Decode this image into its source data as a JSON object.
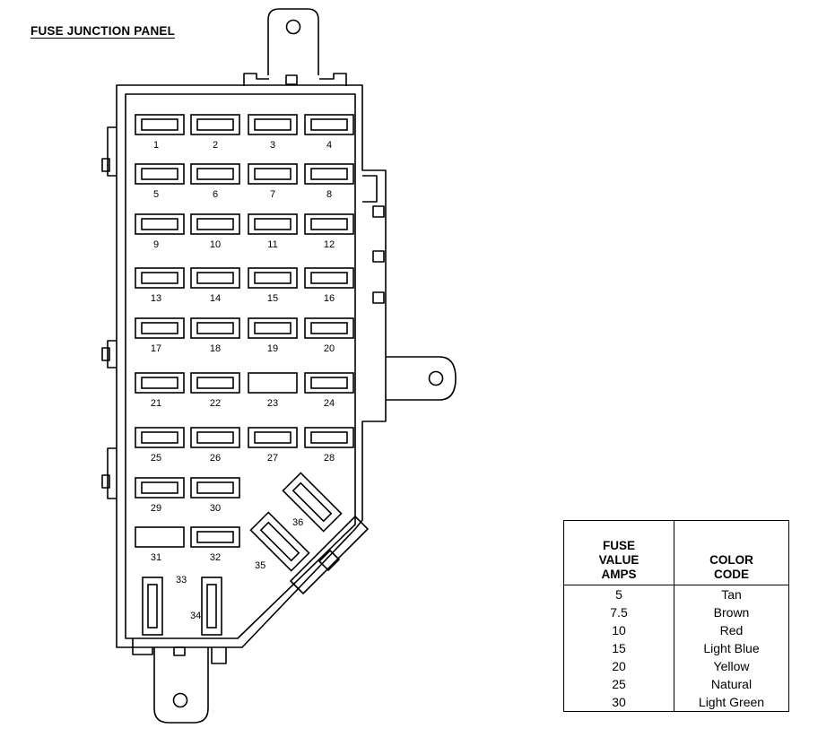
{
  "title": "FUSE JUNCTION PANEL",
  "fuse_labels": [
    "1",
    "2",
    "3",
    "4",
    "5",
    "6",
    "7",
    "8",
    "9",
    "10",
    "11",
    "12",
    "13",
    "14",
    "15",
    "16",
    "17",
    "18",
    "19",
    "20",
    "21",
    "22",
    "23",
    "24",
    "25",
    "26",
    "27",
    "28",
    "29",
    "30",
    "31",
    "32",
    "33",
    "34",
    "35",
    "36"
  ],
  "legend": {
    "header_value": [
      "FUSE",
      "VALUE",
      "AMPS"
    ],
    "header_color": "COLOR CODE",
    "rows": [
      {
        "amps": "5",
        "color": "Tan"
      },
      {
        "amps": "7.5",
        "color": "Brown"
      },
      {
        "amps": "10",
        "color": "Red"
      },
      {
        "amps": "15",
        "color": "Light Blue"
      },
      {
        "amps": "20",
        "color": "Yellow"
      },
      {
        "amps": "25",
        "color": "Natural"
      },
      {
        "amps": "30",
        "color": "Light Green"
      }
    ]
  }
}
